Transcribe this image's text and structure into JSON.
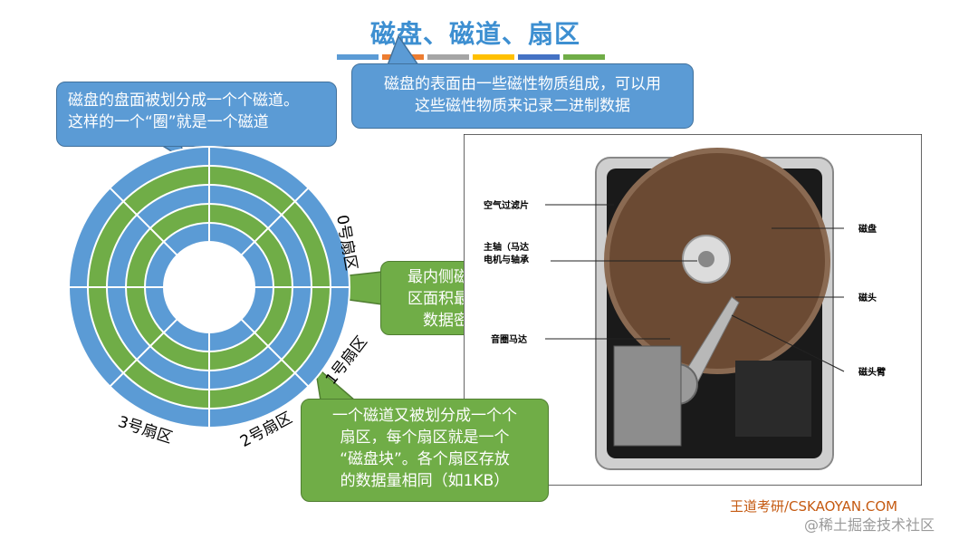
{
  "title": "磁盘、磁道、扇区",
  "color_bar": [
    "#5b9bd5",
    "#ed7d31",
    "#a5a5a5",
    "#ffc000",
    "#4472c4",
    "#70ad47"
  ],
  "callouts": {
    "surface": {
      "lines": [
        "磁盘的表面由一些磁性物质组成，可以用",
        "这些磁性物质来记录二进制数据"
      ]
    },
    "track": {
      "lines": [
        "磁盘的盘面被划分成一个个磁道。",
        "这样的一个“圈”就是一个磁道"
      ]
    },
    "inner": {
      "lines": [
        "最内侧磁道上的扇",
        "区面积最小，因此",
        "数据密度最大"
      ]
    },
    "sector": {
      "lines": [
        "一个磁道又被划分成一个个",
        "扇区，每个扇区就是一个",
        "“磁盘块”。各个扇区存放",
        "的数据量相同（如1KB）"
      ]
    }
  },
  "disk": {
    "tracks": 5,
    "sectors": 8,
    "track_color": "#5b9bd5",
    "alt_track_color": "#70ad47",
    "sector_labels": [
      "0号扇区",
      "1号扇区",
      "2号扇区",
      "3号扇区"
    ]
  },
  "photo_labels": {
    "air_filter": "空气过滤片",
    "spindle": "主轴（马达",
    "spindle_2": "电机与轴承",
    "voice_coil": "音圈马达",
    "platter": "磁盘",
    "head": "磁头",
    "arm": "磁头臂"
  },
  "footer": "王道考研/CSKAOYAN.COM",
  "watermark": "@稀土掘金技术社区"
}
